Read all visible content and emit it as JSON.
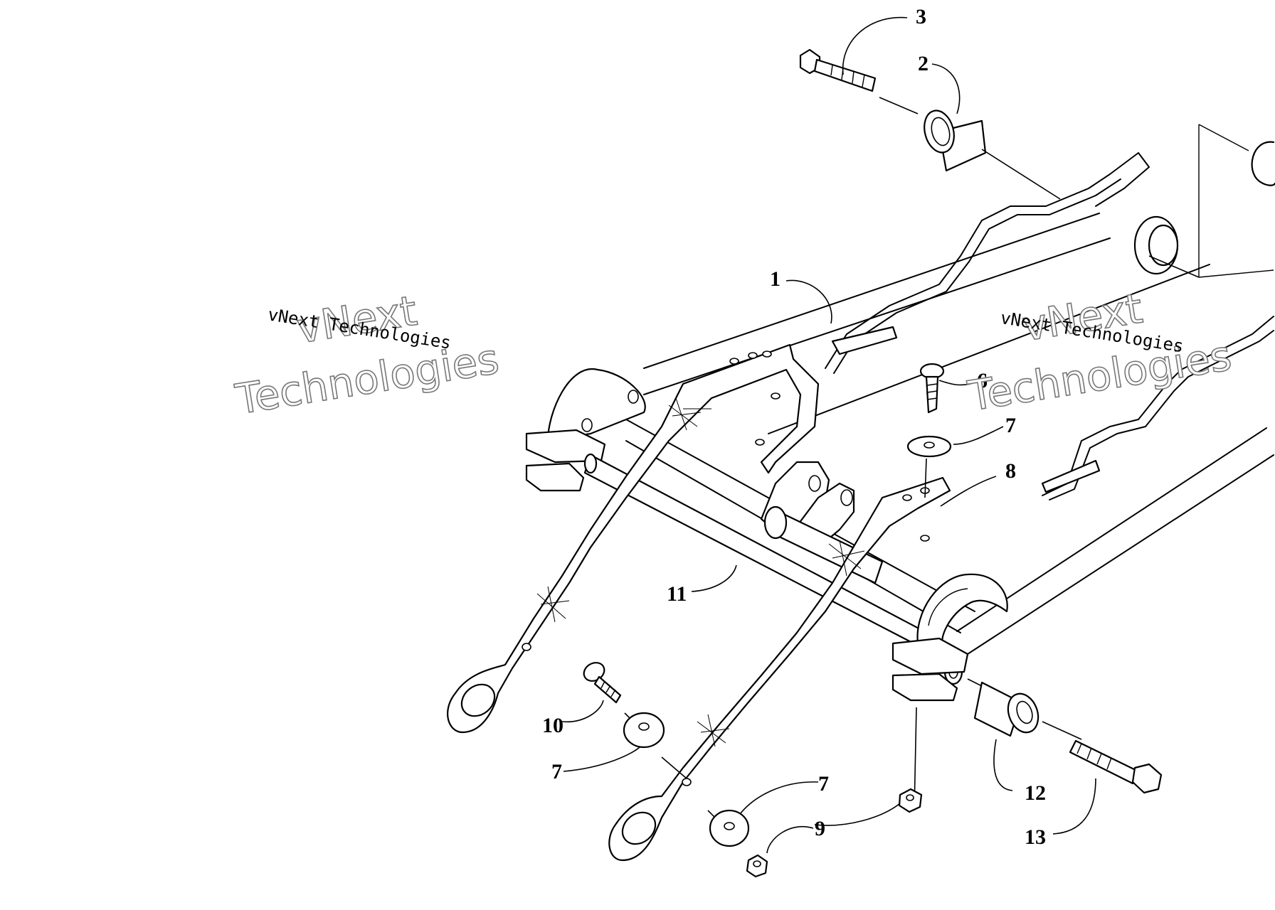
{
  "watermark": {
    "line1": "vNext Technologies",
    "line2": "vNext",
    "line3": "Technologies"
  },
  "callouts": [
    {
      "id": "c1",
      "label": "1"
    },
    {
      "id": "c2",
      "label": "2"
    },
    {
      "id": "c3",
      "label": "3"
    },
    {
      "id": "c6",
      "label": "6"
    },
    {
      "id": "c7a",
      "label": "7"
    },
    {
      "id": "c8",
      "label": "8"
    },
    {
      "id": "c11",
      "label": "11"
    },
    {
      "id": "c10",
      "label": "10"
    },
    {
      "id": "c7b",
      "label": "7"
    },
    {
      "id": "c7c",
      "label": "7"
    },
    {
      "id": "c9",
      "label": "9"
    },
    {
      "id": "c12",
      "label": "12"
    },
    {
      "id": "c13",
      "label": "13"
    }
  ],
  "colors": {
    "ink": "#000000",
    "paper": "#ffffff",
    "watermark_outline": "#777777"
  }
}
